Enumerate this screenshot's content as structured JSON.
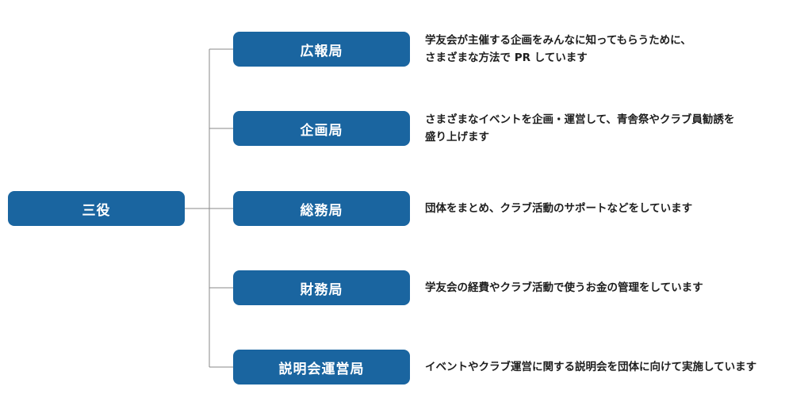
{
  "root": {
    "label": "三役"
  },
  "departments": [
    {
      "label": "広報局",
      "description": "学友会が主催する企画をみんなに知ってもらうために、\nさまざまな方法で PR しています"
    },
    {
      "label": "企画局",
      "description": "さまざまなイベントを企画・運営して、青舎祭やクラブ員勧誘を\n盛り上げます"
    },
    {
      "label": "総務局",
      "description": "団体をまとめ、クラブ活動のサポートなどをしています"
    },
    {
      "label": "財務局",
      "description": "学友会の経費やクラブ活動で使うお金の管理をしています"
    },
    {
      "label": "説明会運営局",
      "description": "イベントやクラブ運営に関する説明会を団体に向けて実施しています"
    }
  ],
  "colors": {
    "box_fill": "#1a65a0",
    "connector": "#8a8a8a",
    "text": "#1e1e1e"
  }
}
